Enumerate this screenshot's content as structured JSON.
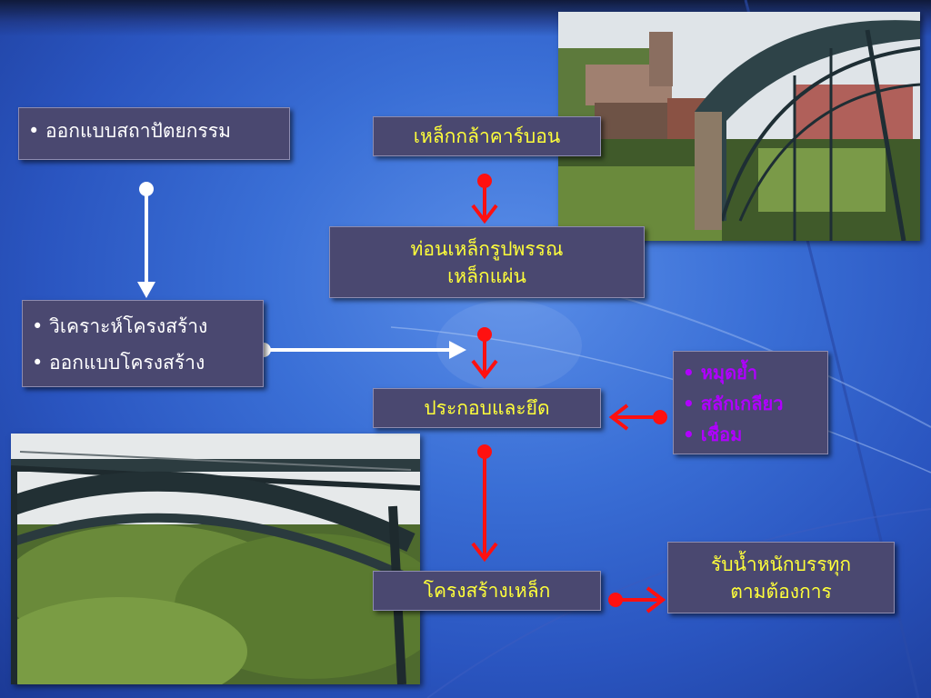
{
  "boxes": {
    "architecture": "• ออกแบบสถาปัตยกรรม",
    "carbon_steel": "เหล็กกล้าคาร์บอน",
    "ingot_line1": "ท่อนเหล็กรูปพรรณ",
    "ingot_line2": "เหล็กแผ่น",
    "analyze": "• วิเคราะห์โครงสร้าง",
    "design_structure": "• ออกแบบโครงสร้าง",
    "assemble": "ประกอบและยึด",
    "methods": [
      "• หมุดย้ำ",
      "• สลักเกลียว",
      "• เชื่อม"
    ],
    "steel_structure": "โครงสร้างเหล็ก",
    "load_line1": "รับน้ำหนักบรรทุก",
    "load_line2": "ตามต้องการ"
  },
  "colors": {
    "yellow_text": "#ffff3a",
    "purple_text": "#b000ff",
    "red_arrow": "#ff1010",
    "white_arrow": "#ffffff",
    "box_fill": "#4a4870"
  },
  "photos": [
    "iron-bridge-town-photo",
    "iron-bridge-arch-photo"
  ]
}
